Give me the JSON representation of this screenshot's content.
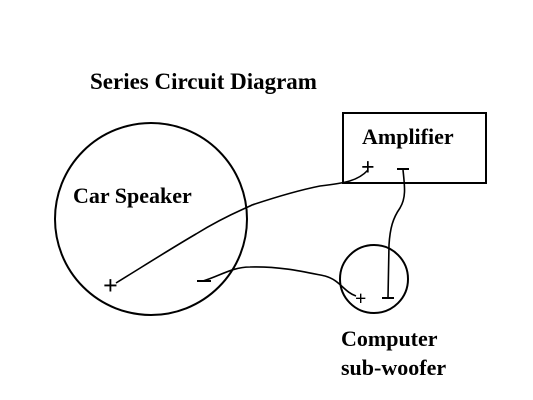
{
  "title": "Series Circuit Diagram",
  "components": {
    "speaker": {
      "label": "Car Speaker",
      "plus": "+",
      "minus": "−"
    },
    "amplifier": {
      "label": "Amplifier",
      "plus": "+",
      "minus": "−"
    },
    "subwoofer": {
      "label_line1": "Computer",
      "label_line2": "sub-woofer",
      "plus": "+",
      "minus": "−"
    }
  },
  "colors": {
    "ink": "#000000",
    "background": "#ffffff"
  }
}
